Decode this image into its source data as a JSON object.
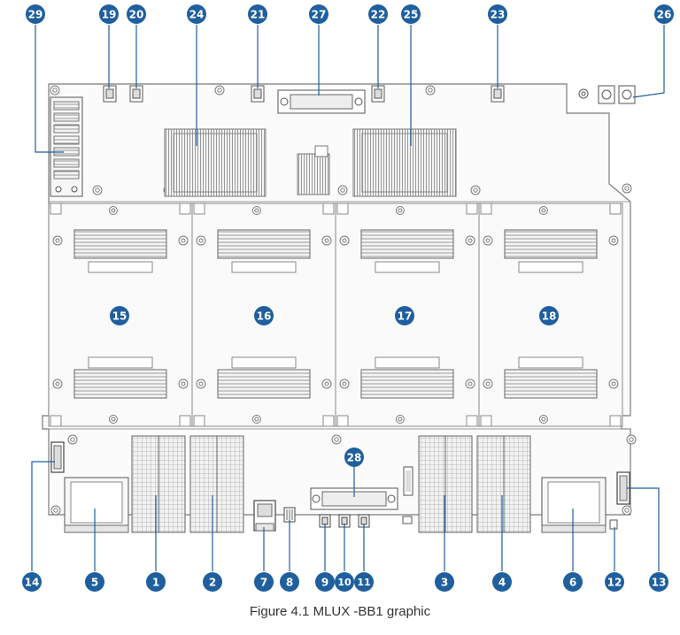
{
  "caption": "Figure 4.1 MLUX -BB1 graphic",
  "colors": {
    "badge": "#1f5f9e",
    "board_line": "#7a7a7a",
    "board_fill": "#fbfbfb",
    "heatsink": "#8f8f8f",
    "leader": "#1f5f9e"
  },
  "callouts": {
    "c1": "1",
    "c2": "2",
    "c3": "3",
    "c4": "4",
    "c5": "5",
    "c6": "6",
    "c7": "7",
    "c8": "8",
    "c9": "9",
    "c10": "10",
    "c11": "11",
    "c12": "12",
    "c13": "13",
    "c14": "14",
    "c15": "15",
    "c16": "16",
    "c17": "17",
    "c18": "18",
    "c19": "19",
    "c20": "20",
    "c21": "21",
    "c22": "22",
    "c23": "23",
    "c24": "24",
    "c25": "25",
    "c26": "26",
    "c27": "27",
    "c28": "28",
    "c29": "29"
  }
}
